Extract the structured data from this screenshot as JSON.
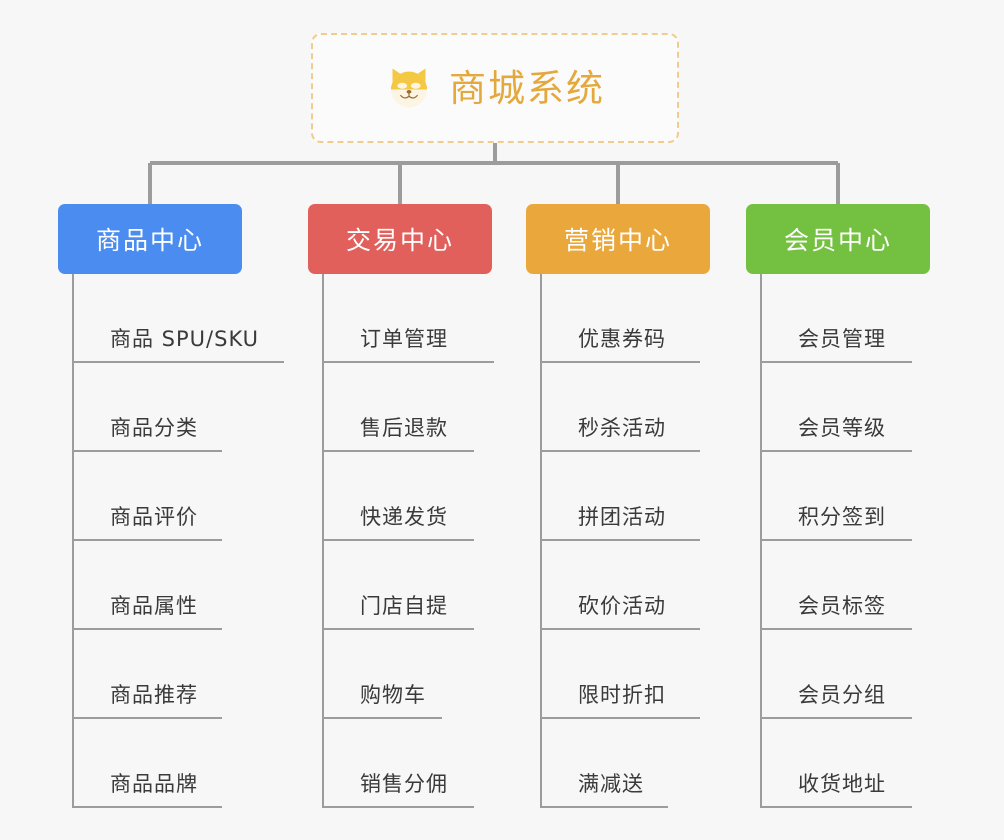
{
  "diagram": {
    "type": "tree-mindmap",
    "background_color": "#f7f7f7",
    "root": {
      "label": "商城系统",
      "icon": "shiba-dog-icon",
      "text_color": "#e3a93c",
      "border_color": "#f0cd8e",
      "border_style": "dashed",
      "background_color": "#fbfbfb"
    },
    "branches": [
      {
        "label": "商品中心",
        "color": "#4a8cf0",
        "leaves": [
          "商品 SPU/SKU",
          "商品分类",
          "商品评价",
          "商品属性",
          "商品推荐",
          "商品品牌"
        ]
      },
      {
        "label": "交易中心",
        "color": "#e2605c",
        "leaves": [
          "订单管理",
          "售后退款",
          "快递发货",
          "门店自提",
          "购物车",
          "销售分佣"
        ]
      },
      {
        "label": "营销中心",
        "color": "#eaa83c",
        "leaves": [
          "优惠券码",
          "秒杀活动",
          "拼团活动",
          "砍价活动",
          "限时折扣",
          "满减送"
        ]
      },
      {
        "label": "会员中心",
        "color": "#74c040",
        "leaves": [
          "会员管理",
          "会员等级",
          "积分签到",
          "会员标签",
          "会员分组",
          "收货地址"
        ]
      }
    ],
    "connector_color": "#9c9c9c"
  }
}
